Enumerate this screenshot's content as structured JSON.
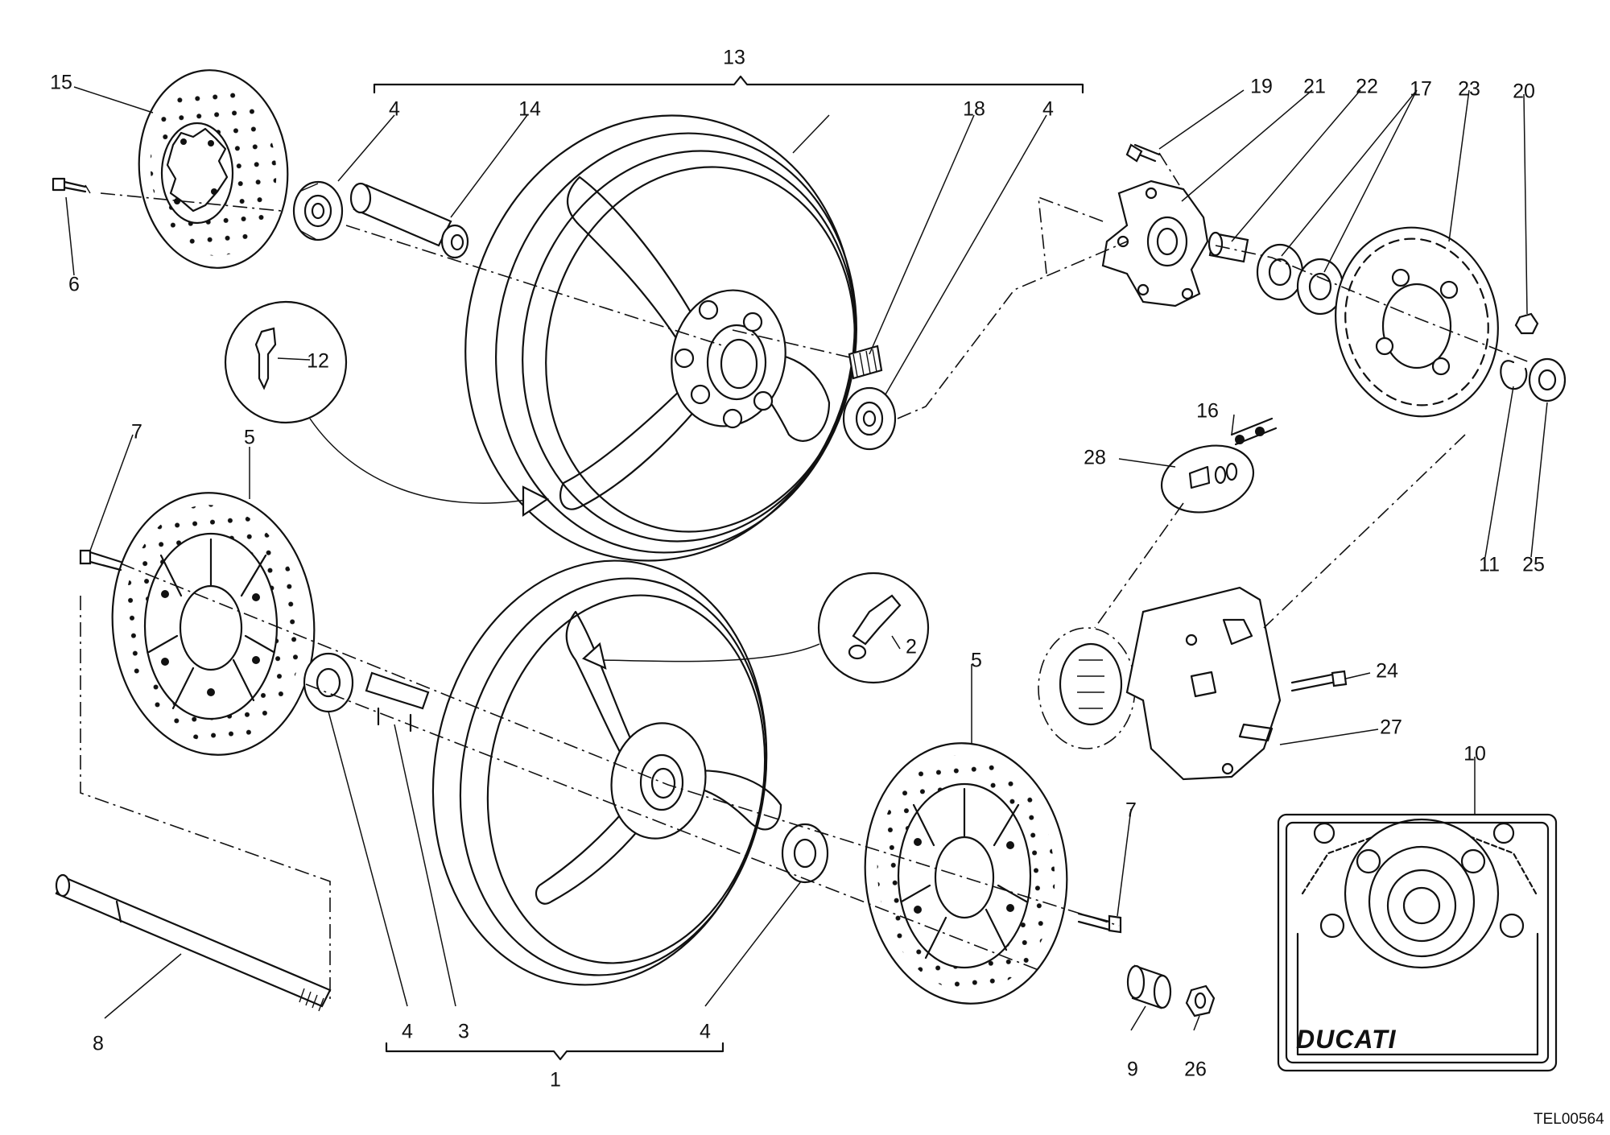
{
  "callouts": [
    "1",
    "2",
    "3",
    "4",
    "5",
    "6",
    "7",
    "8",
    "9",
    "10",
    "11",
    "12",
    "13",
    "14",
    "15",
    "16",
    "17",
    "18",
    "19",
    "20",
    "21",
    "22",
    "23",
    "24",
    "25",
    "26",
    "27",
    "28"
  ],
  "brand": "DUCATI",
  "drawing_code": "TEL00564"
}
